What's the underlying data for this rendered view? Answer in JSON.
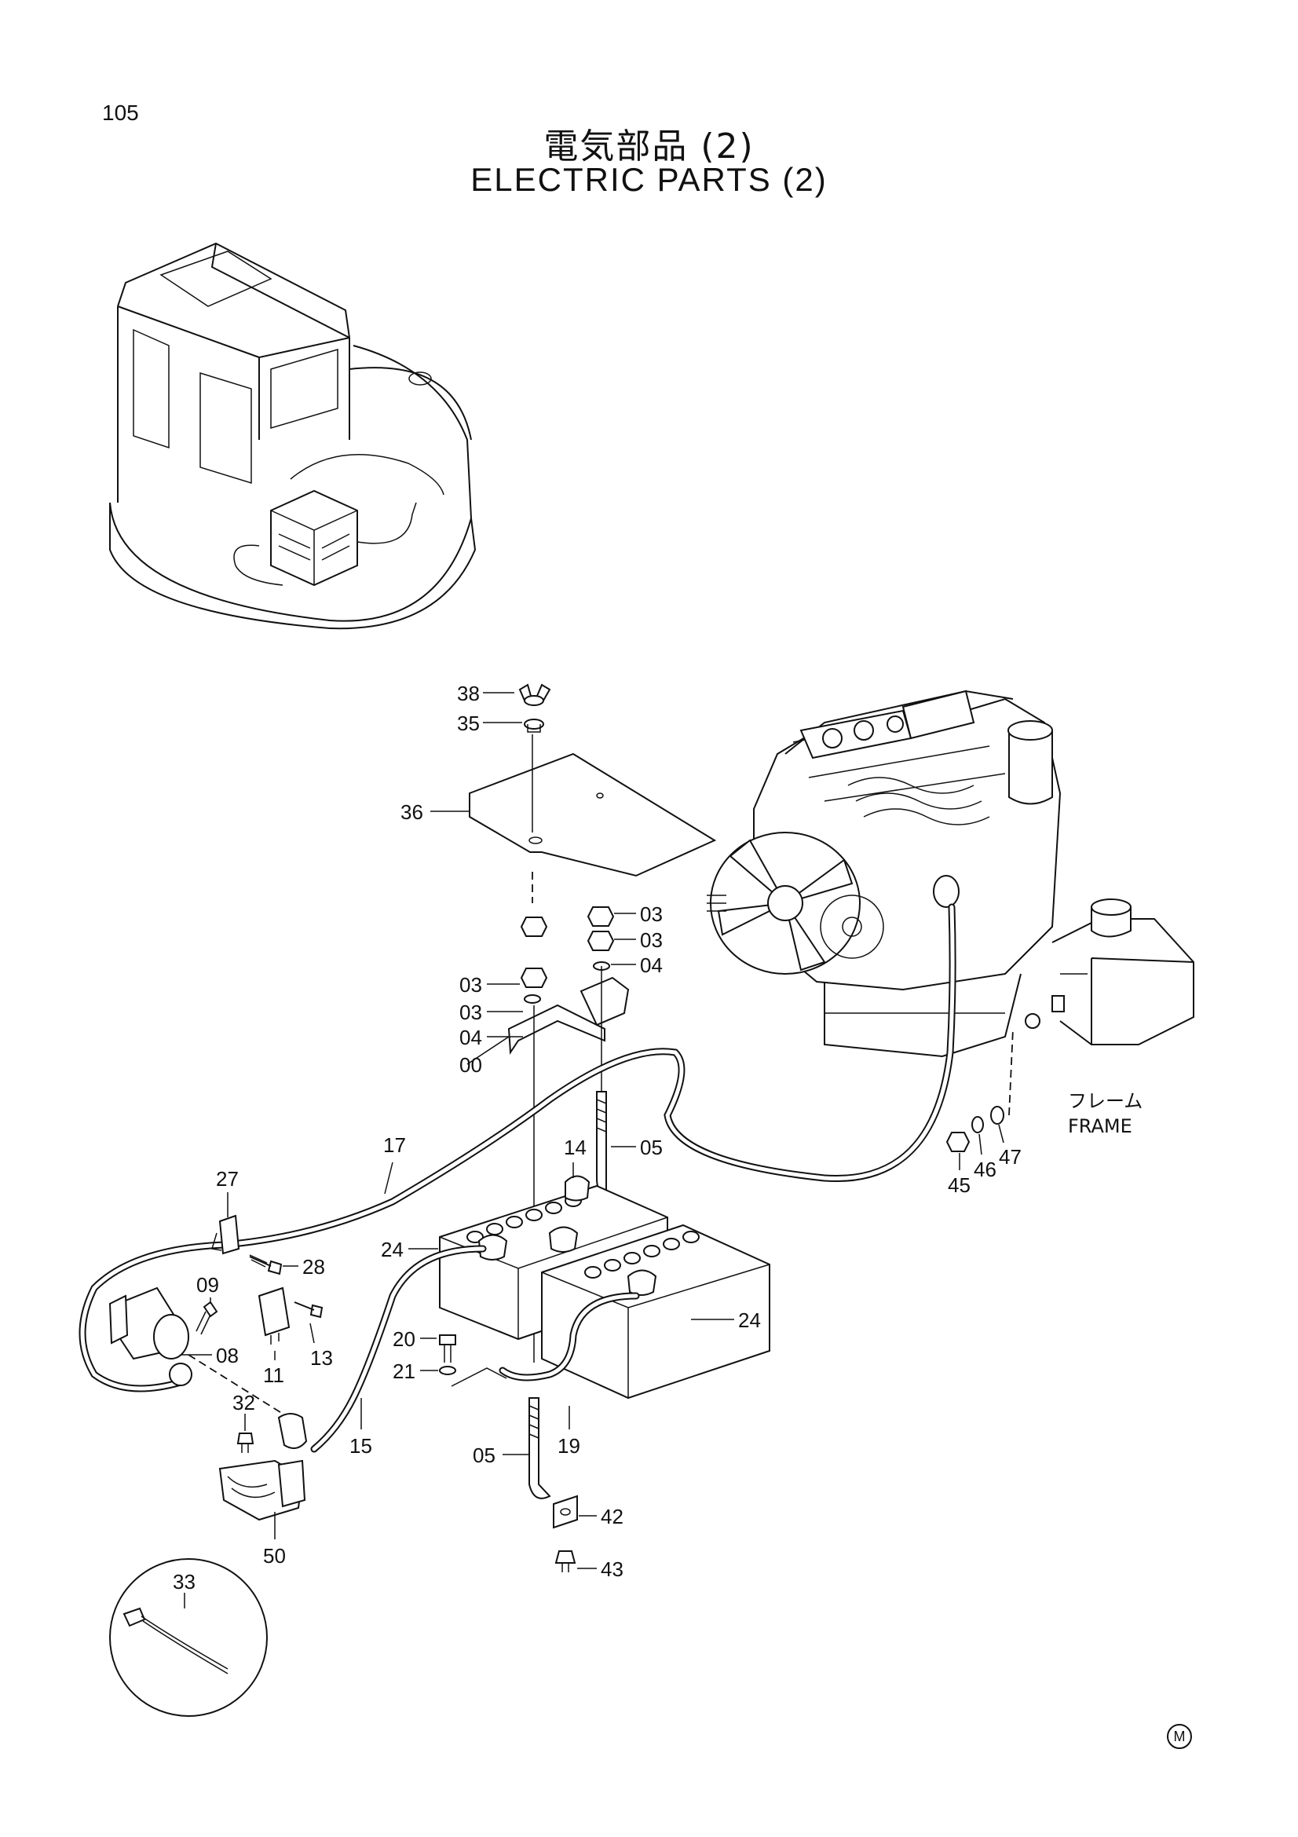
{
  "page_number": "105",
  "title_jp": "電気部品 (2)",
  "title_en": "ELECTRIC PARTS (2)",
  "frame_label_jp": "フレーム",
  "frame_label_en": "FRAME",
  "corner_mark": "M",
  "callouts": {
    "c38": "38",
    "c35": "35",
    "c36": "36",
    "c03a": "03",
    "c03b": "03",
    "c03c": "03",
    "c03d": "03",
    "c04a": "04",
    "c04b": "04",
    "c00": "00",
    "c05a": "05",
    "c05b": "05",
    "c14": "14",
    "c17": "17",
    "c27": "27",
    "c28": "28",
    "c24a": "24",
    "c24b": "24",
    "c09": "09",
    "c08": "08",
    "c11": "11",
    "c13": "13",
    "c20": "20",
    "c21": "21",
    "c15": "15",
    "c19": "19",
    "c32": "32",
    "c50": "50",
    "c42": "42",
    "c43": "43",
    "c33": "33",
    "c45": "45",
    "c46": "46",
    "c47": "47"
  }
}
